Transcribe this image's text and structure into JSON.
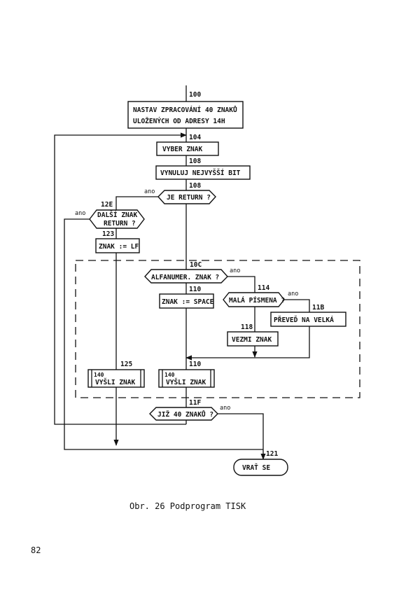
{
  "diagram": {
    "nodes": {
      "n100": {
        "num": "100",
        "line1": "NASTAV ZPRACOVÁNÍ 40 ZNAKŮ",
        "line2": "ULOŽENÝCH OD ADRESY 14H"
      },
      "n104": {
        "num": "104",
        "text": "VYBER ZNAK"
      },
      "n108a": {
        "num": "108",
        "text": "VYNULUJ NEJVYŠŠÍ BIT"
      },
      "n108b": {
        "num": "108",
        "text": "JE RETURN ?"
      },
      "n12e": {
        "num": "12E",
        "line1": "DALŠÍ ZNAK",
        "line2": "RETURN ?"
      },
      "n123": {
        "num": "123",
        "text": "ZNAK := LF"
      },
      "n10c": {
        "num": "10C",
        "text": "ALFANUMER. ZNAK ?"
      },
      "n110a": {
        "num": "110",
        "text": "ZNAK := SPACE"
      },
      "n114": {
        "num": "114",
        "text": "MALÁ PÍSMENA ?"
      },
      "n11b": {
        "num": "11B",
        "text": "PŘEVEĎ NA VELKÁ"
      },
      "n118": {
        "num": "118",
        "text": "VEZMI ZNAK"
      },
      "n125": {
        "num": "125",
        "sub": "140",
        "text": "VYŠLI ZNAK"
      },
      "n110b": {
        "num": "110",
        "sub": "140",
        "text": "VYŠLI ZNAK"
      },
      "n11f": {
        "num": "11F",
        "text": "JIŽ 40 ZNAKŮ ?"
      },
      "n121": {
        "num": "121",
        "text": "VRAŤ SE"
      }
    },
    "yes_label": "ano"
  },
  "caption": "Obr. 26 Podprogram TISK",
  "page_number": "82"
}
